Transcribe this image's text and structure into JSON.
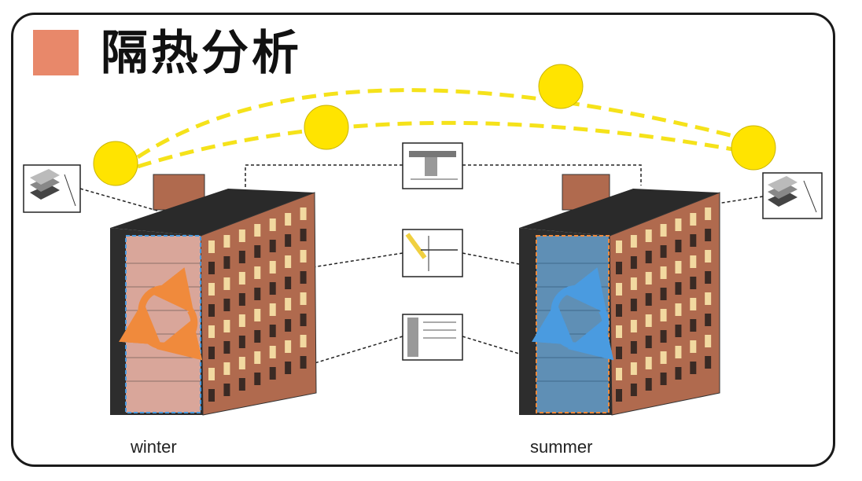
{
  "title": "隔热分析",
  "captions": {
    "winter": "winter",
    "summer": "summer"
  },
  "colors": {
    "title_square": "#e8886a",
    "sun": "#ffe400",
    "sun_path": "#f5e21a",
    "brick": "#b06a4e",
    "winter_panel": "#d9a69a",
    "summer_panel": "#5f8fb5",
    "winter_arrow": "#f08a3c",
    "summer_arrow": "#4a9be0",
    "roof": "#2a2a2a"
  }
}
